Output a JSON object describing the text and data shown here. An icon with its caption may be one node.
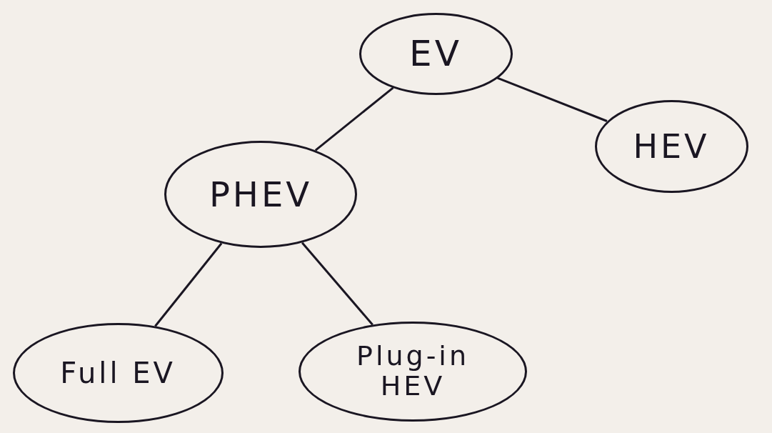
{
  "diagram": {
    "nodes": [
      {
        "text": [
          "EV"
        ]
      },
      {
        "text": [
          "PHEV"
        ]
      },
      {
        "text": [
          "HEV"
        ]
      },
      {
        "text": [
          "Full EV"
        ]
      },
      {
        "text": [
          "Plug-in HEV"
        ]
      }
    ],
    "edges": [
      {
        "from": 0,
        "to": 1,
        "arrow": "none"
      },
      {
        "from": 0,
        "to": 2,
        "arrow": "none"
      },
      {
        "from": 1,
        "to": 3,
        "arrow": "none"
      },
      {
        "from": 4,
        "to": 1,
        "arrow": "none"
      }
    ]
  }
}
